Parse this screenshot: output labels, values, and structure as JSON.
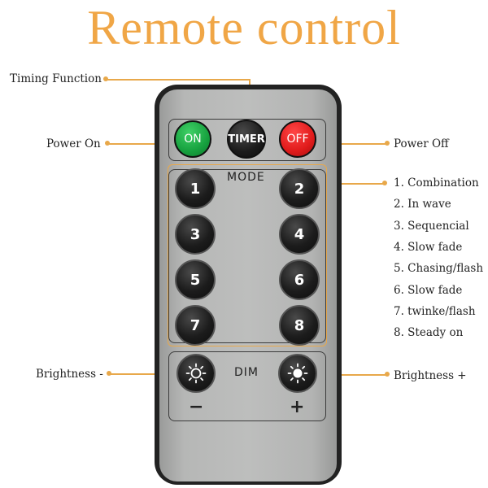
{
  "title": "Remote control",
  "callouts": {
    "timing": "Timing Function",
    "power_on": "Power On",
    "power_off": "Power Off",
    "brightness_minus": "Brightness -",
    "brightness_plus": "Brightness +"
  },
  "modes": [
    "1. Combination",
    "2. In wave",
    "3. Sequencial",
    "4. Slow fade",
    "5. Chasing/flash",
    "6. Slow fade",
    "7. twinke/flash",
    "8. Steady on"
  ],
  "remote": {
    "on_label": "ON",
    "timer_label": "TIMER",
    "off_label": "OFF",
    "mode_label": "MODE",
    "dim_label": "DIM",
    "minus_sign": "−",
    "plus_sign": "+",
    "number_buttons": [
      "1",
      "2",
      "3",
      "4",
      "5",
      "6",
      "7",
      "8"
    ],
    "on_color": "#17a13f",
    "off_color": "#e01b1b",
    "accent_color": "#e8a84a"
  },
  "icons": {
    "dim_minus": "sun-outline-icon",
    "dim_plus": "sun-filled-icon"
  }
}
